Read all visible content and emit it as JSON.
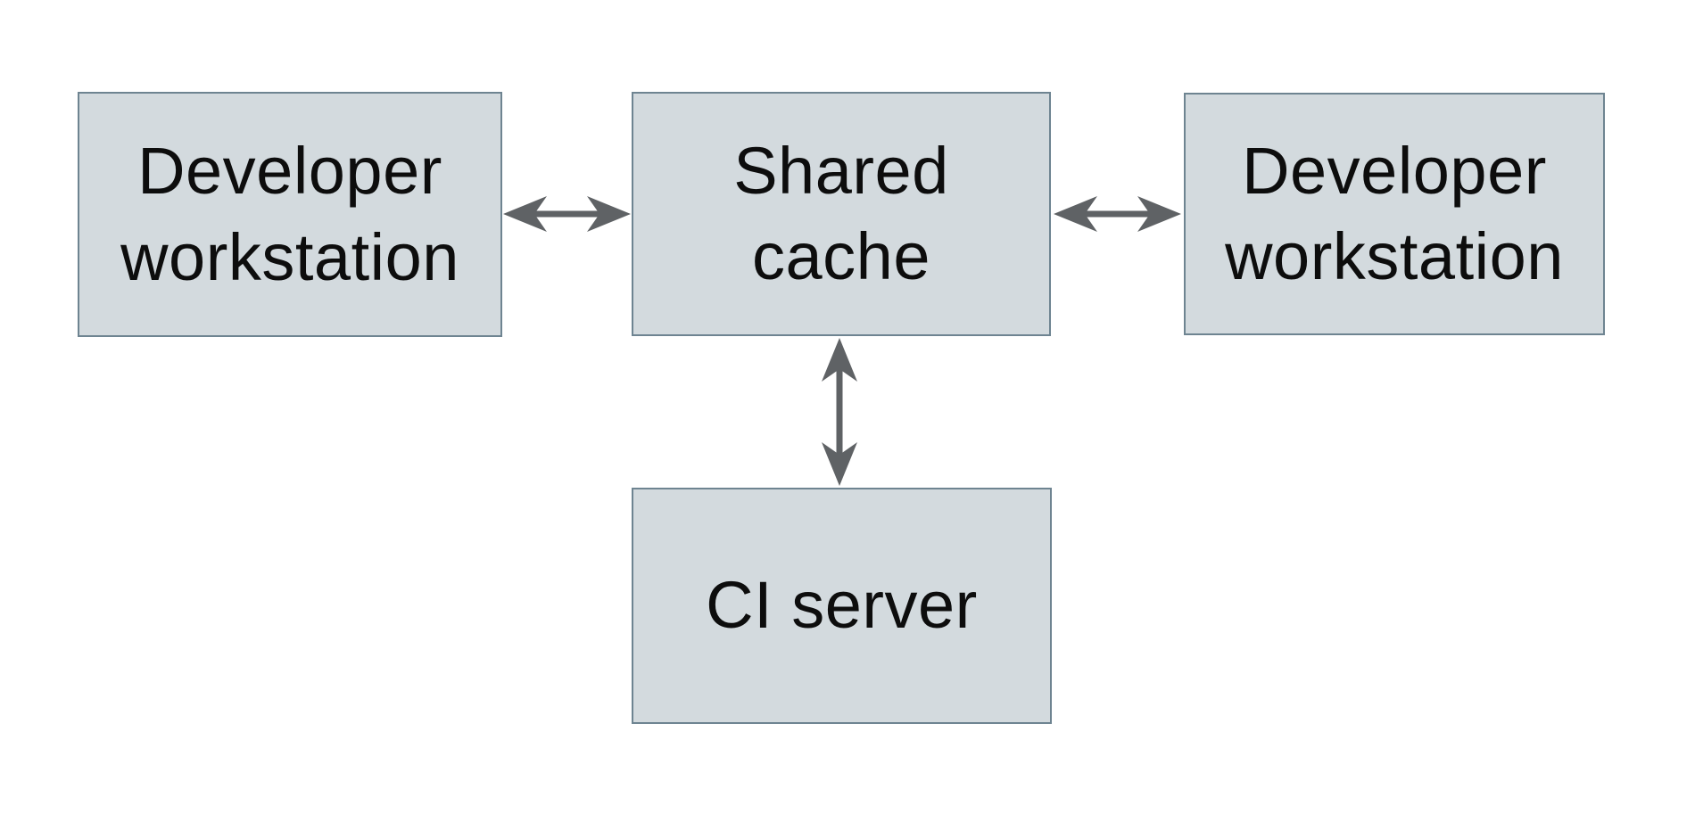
{
  "diagram": {
    "nodes": {
      "workstation_left": {
        "label": "Developer\nworkstation"
      },
      "shared_cache": {
        "label": "Shared\ncache"
      },
      "workstation_right": {
        "label": "Developer\nworkstation"
      },
      "ci_server": {
        "label": "CI server"
      }
    },
    "edges": [
      {
        "from": "workstation_left",
        "to": "shared_cache",
        "direction": "bidirectional",
        "orientation": "horizontal"
      },
      {
        "from": "shared_cache",
        "to": "workstation_right",
        "direction": "bidirectional",
        "orientation": "horizontal"
      },
      {
        "from": "shared_cache",
        "to": "ci_server",
        "direction": "bidirectional",
        "orientation": "vertical"
      }
    ],
    "colors": {
      "background": "#ffffff",
      "node_fill": "#d3dade",
      "node_border": "#6e8491",
      "arrow": "#5f6265",
      "text": "#0d0d0d"
    }
  }
}
